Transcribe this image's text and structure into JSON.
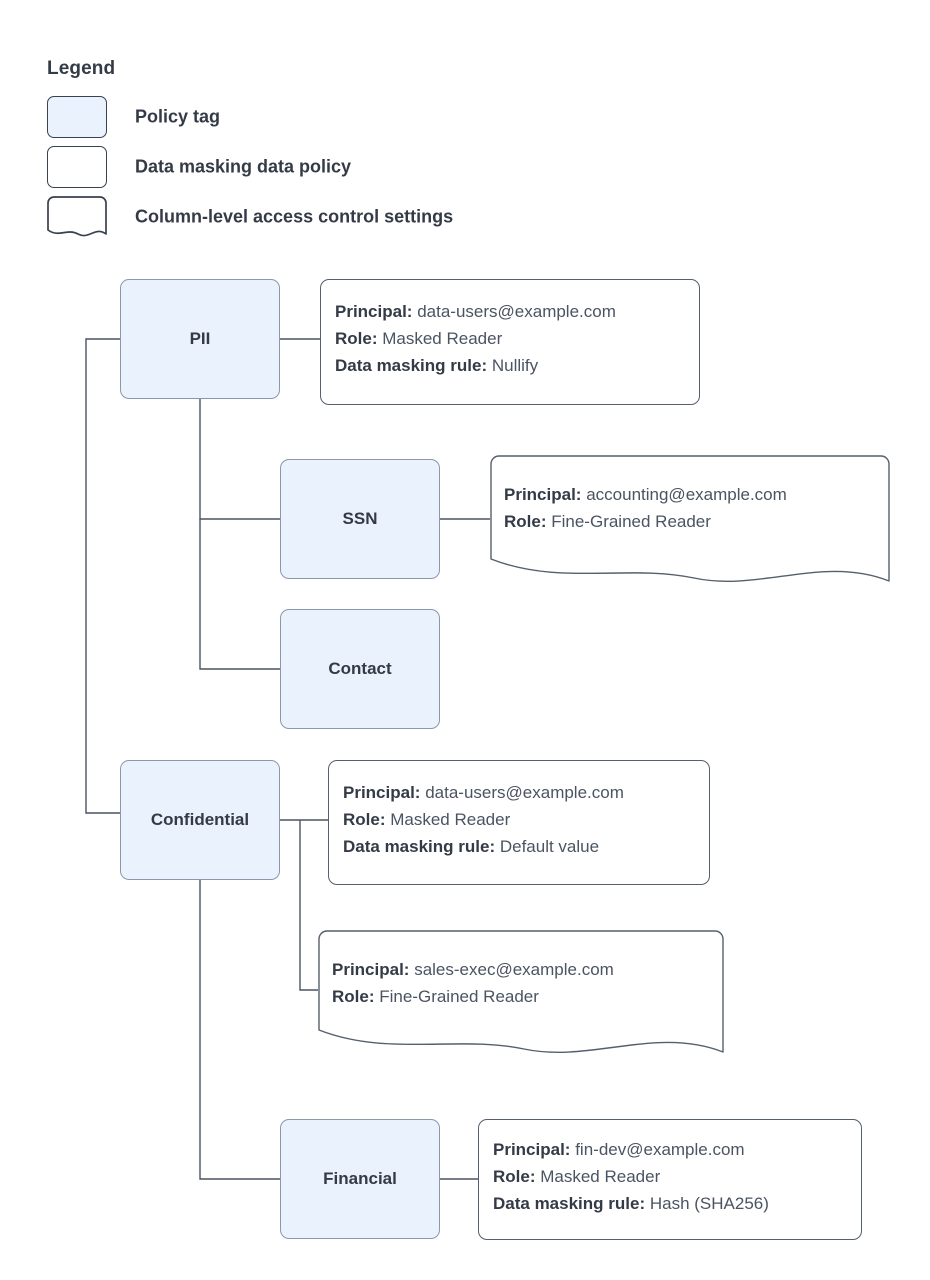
{
  "legend": {
    "title": "Legend",
    "items": [
      {
        "label": "Policy tag",
        "shape": "rounded-rect-filled",
        "fill": "#eaf2fd"
      },
      {
        "label": "Data masking data policy",
        "shape": "rounded-rect",
        "fill": "#ffffff"
      },
      {
        "label": "Column-level access control settings",
        "shape": "wavy-bottom-rect",
        "fill": "#ffffff"
      }
    ]
  },
  "colors": {
    "tag_fill": "#eaf2fd",
    "tag_border": "#8b98ab",
    "box_border": "#555f6d",
    "text": "#343b47",
    "value_text": "#4b5462",
    "background": "#ffffff"
  },
  "nodes": [
    {
      "id": "pii",
      "label": "PII"
    },
    {
      "id": "ssn",
      "label": "SSN"
    },
    {
      "id": "contact",
      "label": "Contact"
    },
    {
      "id": "confidential",
      "label": "Confidential"
    },
    {
      "id": "financial",
      "label": "Financial"
    }
  ],
  "policies": [
    {
      "id": "pii-policy",
      "attached_to": "PII",
      "shape": "rounded-rect",
      "lines": [
        {
          "key": "Principal:",
          "value": "data-users@example.com"
        },
        {
          "key": "Role:",
          "value": "Masked Reader"
        },
        {
          "key": "Data masking rule:",
          "value": "Nullify"
        }
      ]
    },
    {
      "id": "ssn-policy",
      "attached_to": "SSN",
      "shape": "wavy-bottom-rect",
      "lines": [
        {
          "key": "Principal:",
          "value": "accounting@example.com"
        },
        {
          "key": "Role:",
          "value": "Fine-Grained Reader"
        }
      ]
    },
    {
      "id": "confidential-policy",
      "attached_to": "Confidential",
      "shape": "rounded-rect",
      "lines": [
        {
          "key": "Principal:",
          "value": "data-users@example.com"
        },
        {
          "key": "Role:",
          "value": "Masked Reader"
        },
        {
          "key": "Data masking rule:",
          "value": "Default value"
        }
      ]
    },
    {
      "id": "confidential-acl",
      "attached_to": "Confidential",
      "shape": "wavy-bottom-rect",
      "lines": [
        {
          "key": "Principal:",
          "value": "sales-exec@example.com"
        },
        {
          "key": "Role:",
          "value": "Fine-Grained Reader"
        }
      ]
    },
    {
      "id": "financial-policy",
      "attached_to": "Financial",
      "shape": "rounded-rect",
      "lines": [
        {
          "key": "Principal:",
          "value": "fin-dev@example.com"
        },
        {
          "key": "Role:",
          "value": "Masked Reader"
        },
        {
          "key": "Data masking rule:",
          "value": "Hash (SHA256)"
        }
      ]
    }
  ]
}
